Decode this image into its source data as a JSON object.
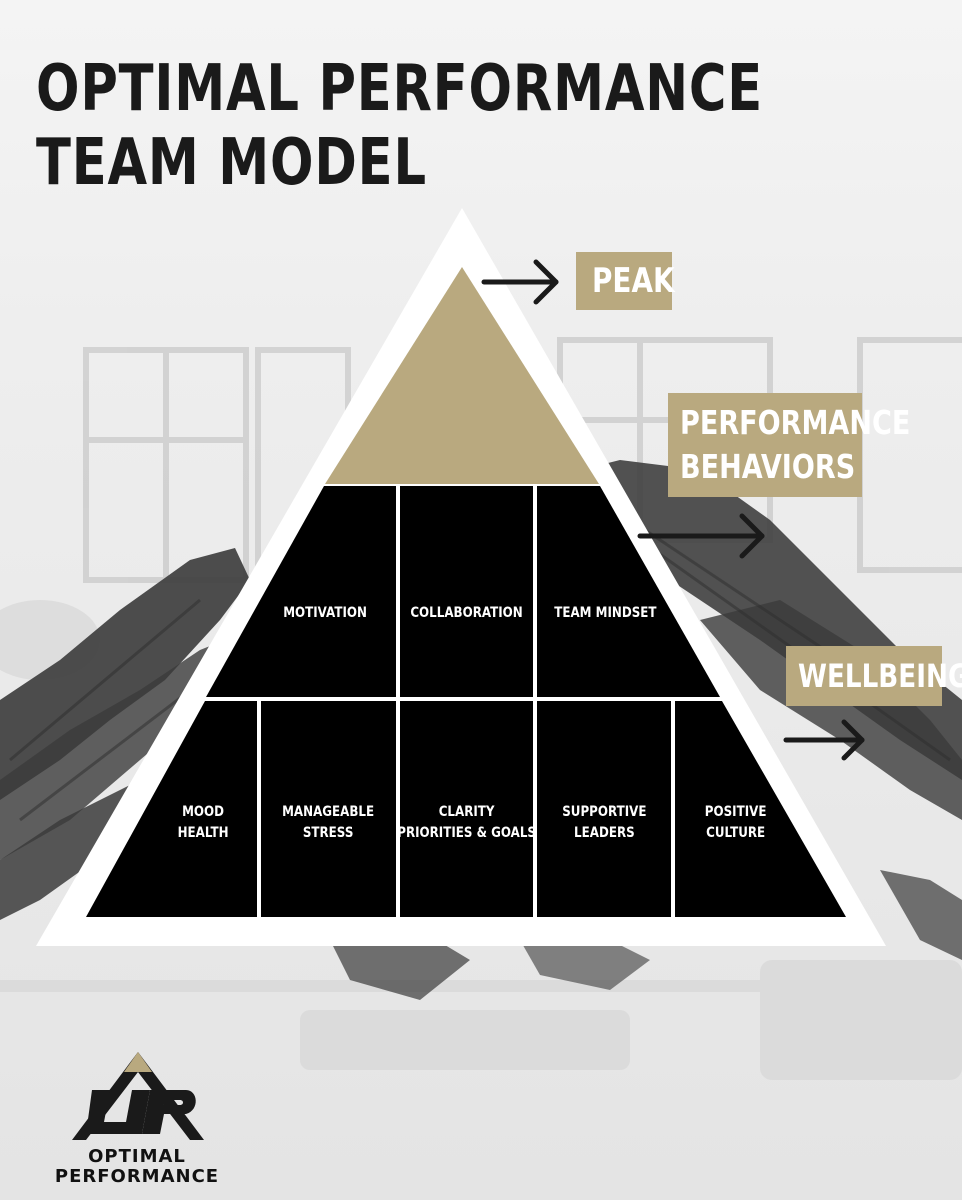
{
  "title": {
    "line1": "OPTIMAL PERFORMANCE",
    "line2": "TEAM MODEL"
  },
  "colors": {
    "gold": "#b9a97f",
    "cell": "#000000",
    "border": "#ffffff",
    "text_dark": "#1a1a1a"
  },
  "pyramid": {
    "peak": "",
    "behaviors": [
      "MOTIVATION",
      "COLLABORATION",
      "TEAM MINDSET"
    ],
    "wellbeing": [
      "MOOD\nHEALTH",
      "MANAGEABLE\nSTRESS",
      "CLARITY\nPRIORITIES & GOALS",
      "SUPPORTIVE\nLEADERS",
      "POSITIVE\nCULTURE"
    ]
  },
  "levels": {
    "peak": "PEAK",
    "behaviors": "PERFORMANCE\nBEHAVIORS",
    "wellbeing": "WELLBEING"
  },
  "icons": [
    "arrow-right-icon",
    "up-logo-icon"
  ],
  "logo": {
    "line1": "OPTIMAL",
    "line2": "PERFORMANCE"
  }
}
